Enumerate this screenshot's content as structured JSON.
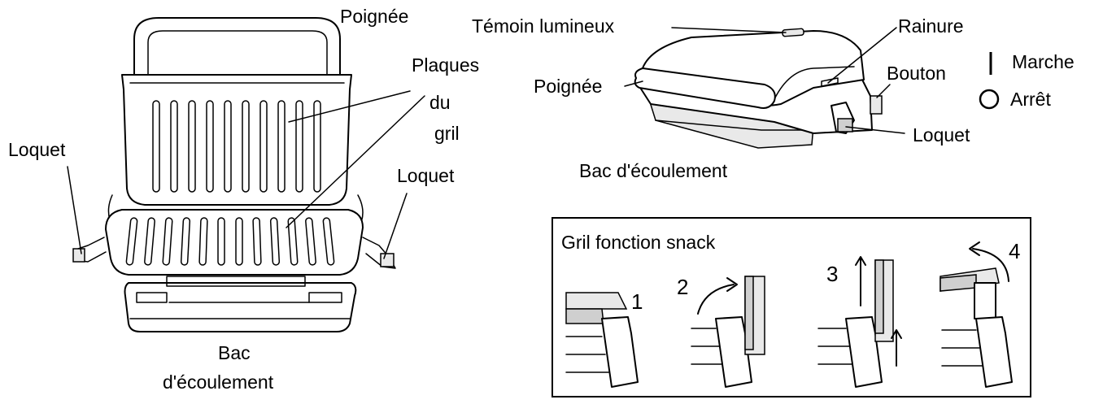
{
  "labels": {
    "left_handle": "Poignée",
    "grill_plates_1": "Plaques",
    "grill_plates_2": "du",
    "grill_plates_3": "gril",
    "left_latch_left": "Loquet",
    "left_latch_right": "Loquet",
    "left_drip_tray_1": "Bac",
    "left_drip_tray_2": "d'écoulement",
    "indicator_light": "Témoin lumineux",
    "groove": "Rainure",
    "right_handle": "Poignée",
    "button": "Bouton",
    "on": "Marche",
    "off": "Arrêt",
    "right_latch": "Loquet",
    "right_drip_tray": "Bac d'écoulement"
  },
  "snack_panel": {
    "title": "Gril fonction snack",
    "steps": [
      "1",
      "2",
      "3",
      "4"
    ]
  }
}
